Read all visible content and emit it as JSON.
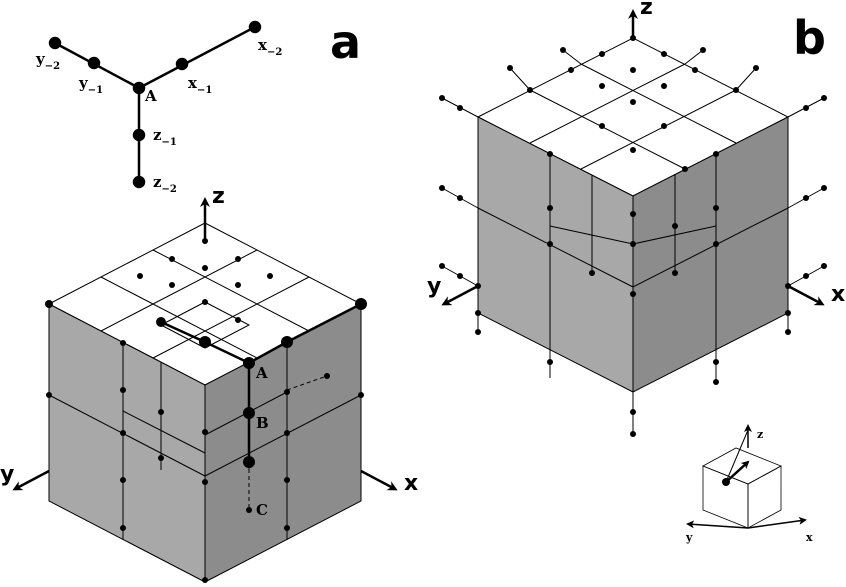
{
  "panels": {
    "a": {
      "letter": "a"
    },
    "b": {
      "letter": "b"
    }
  },
  "graph": {
    "center_label": "A",
    "arms": [
      {
        "base": "y",
        "sub": "−2"
      },
      {
        "base": "y",
        "sub": "−1"
      },
      {
        "base": "x",
        "sub": "−1"
      },
      {
        "base": "x",
        "sub": "−2"
      },
      {
        "base": "z",
        "sub": "−1"
      },
      {
        "base": "z",
        "sub": "−2"
      }
    ]
  },
  "axes": {
    "x": "x",
    "y": "y",
    "z": "z"
  },
  "points": {
    "a": "A",
    "b": "B",
    "c": "C"
  },
  "small_axes": {
    "x": "x",
    "y": "y",
    "z": "z"
  },
  "colors": {
    "stroke": "#000000",
    "face_top": "#ffffff",
    "face_left": "#a8a8a8",
    "face_right": "#8c8c8c"
  }
}
